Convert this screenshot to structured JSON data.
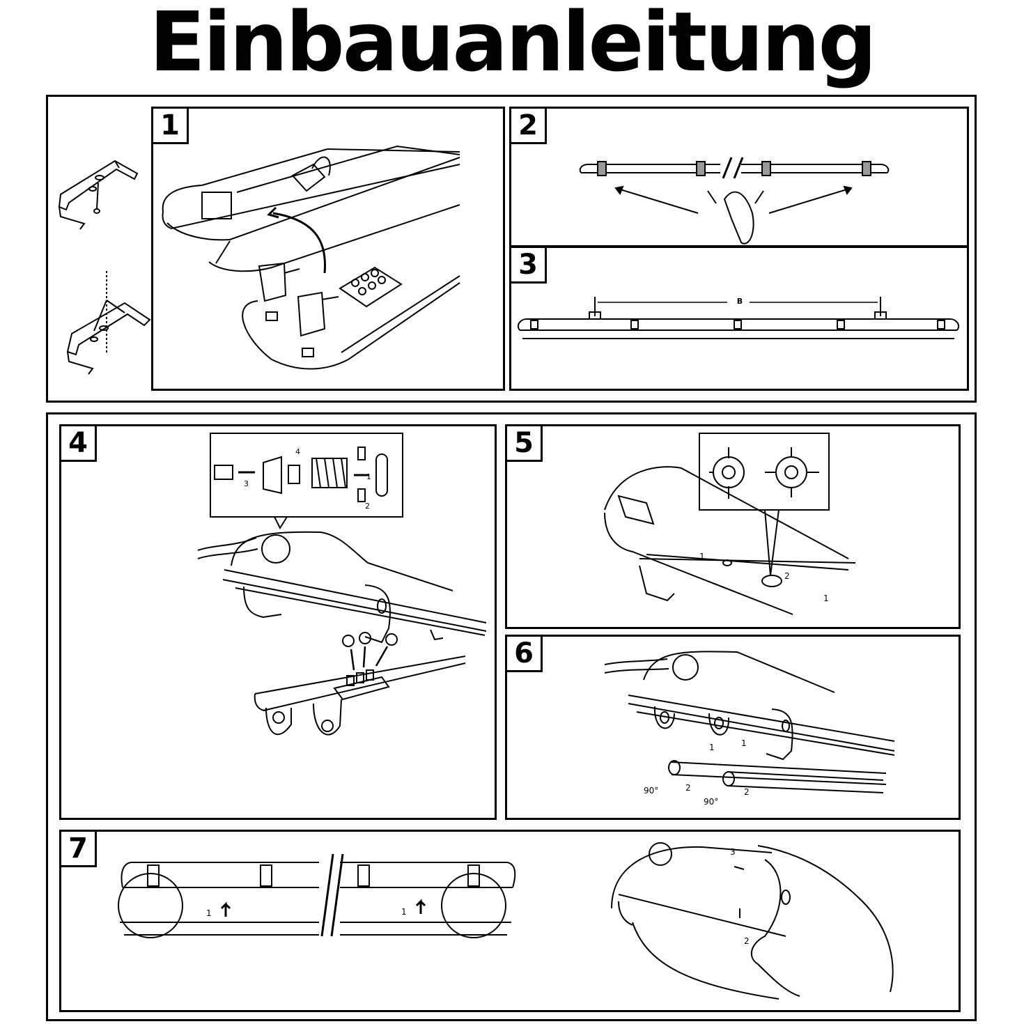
{
  "title": "Einbauanleitung",
  "steps": [
    {
      "number": "1"
    },
    {
      "number": "2"
    },
    {
      "number": "3",
      "dimension_label": "B"
    },
    {
      "number": "4",
      "callouts": [
        "1",
        "2",
        "3",
        "4"
      ]
    },
    {
      "number": "5",
      "callouts": [
        "1",
        "2",
        "1"
      ]
    },
    {
      "number": "6",
      "callouts": [
        "1",
        "1",
        "2",
        "2"
      ],
      "angles": [
        "90°",
        "90°"
      ]
    },
    {
      "number": "7",
      "callouts": [
        "1",
        "1",
        "3",
        "2"
      ]
    }
  ]
}
